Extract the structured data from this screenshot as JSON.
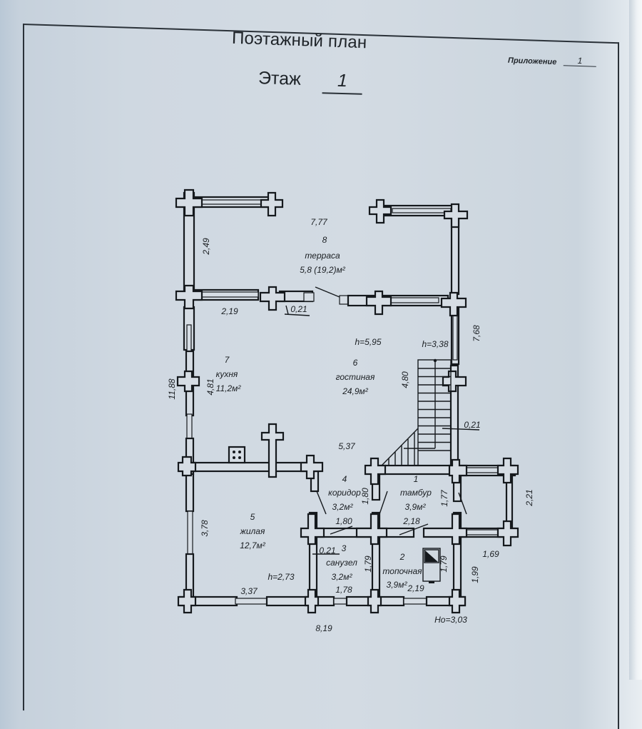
{
  "document": {
    "title": "Поэтажный план",
    "floor_label": "Этаж",
    "floor_number": "1",
    "appendix_label": "Приложение",
    "appendix_number": "1"
  },
  "rooms": [
    {
      "number": "1",
      "name": "тамбур",
      "area": "3,9м²"
    },
    {
      "number": "2",
      "name": "топочная",
      "area": "3,9м²"
    },
    {
      "number": "3",
      "name": "санузел",
      "area": "3,2м²"
    },
    {
      "number": "4",
      "name": "коридор",
      "area": "3,2м²"
    },
    {
      "number": "5",
      "name": "жилая",
      "area": "12,7м²"
    },
    {
      "number": "6",
      "name": "гостиная",
      "area": "24,9м²"
    },
    {
      "number": "7",
      "name": "кухня",
      "area": "11,2м²"
    },
    {
      "number": "8",
      "name": "терраса",
      "area": "5,8 (19,2)м²"
    }
  ],
  "dimensions": {
    "terrace_width": "7,77",
    "terrace_depth": "2,49",
    "terrace_opening_left": "2,19",
    "terrace_wall": "0,21",
    "overall_height": "11,88",
    "kitchen_depth": "4,81",
    "living_height": "h=5,95",
    "stair_height": "h=3,38",
    "living_depth": "4,80",
    "right_wall_length": "7,68",
    "right_wall_thickness": "0,21",
    "living_width": "5,37",
    "corridor_depth": "1,80",
    "corridor_width": "1,80",
    "vestibule_depth": "1,77",
    "vestibule_width": "2,18",
    "porch_depth": "2,21",
    "porch_width": "1,69",
    "porch_height": "1,99",
    "bedroom_depth": "3,78",
    "bedroom_width": "3,37",
    "bedroom_height": "h=2,73",
    "bathroom_wall": "0,21",
    "bathroom_depth": "1,79",
    "bathroom_width": "1,78",
    "boiler_depth": "1,79",
    "boiler_width": "2,19",
    "overall_width": "8,19",
    "building_height": "Hо=3,03"
  },
  "colors": {
    "paper": "#d3dbe3",
    "ink": "#15191d"
  }
}
